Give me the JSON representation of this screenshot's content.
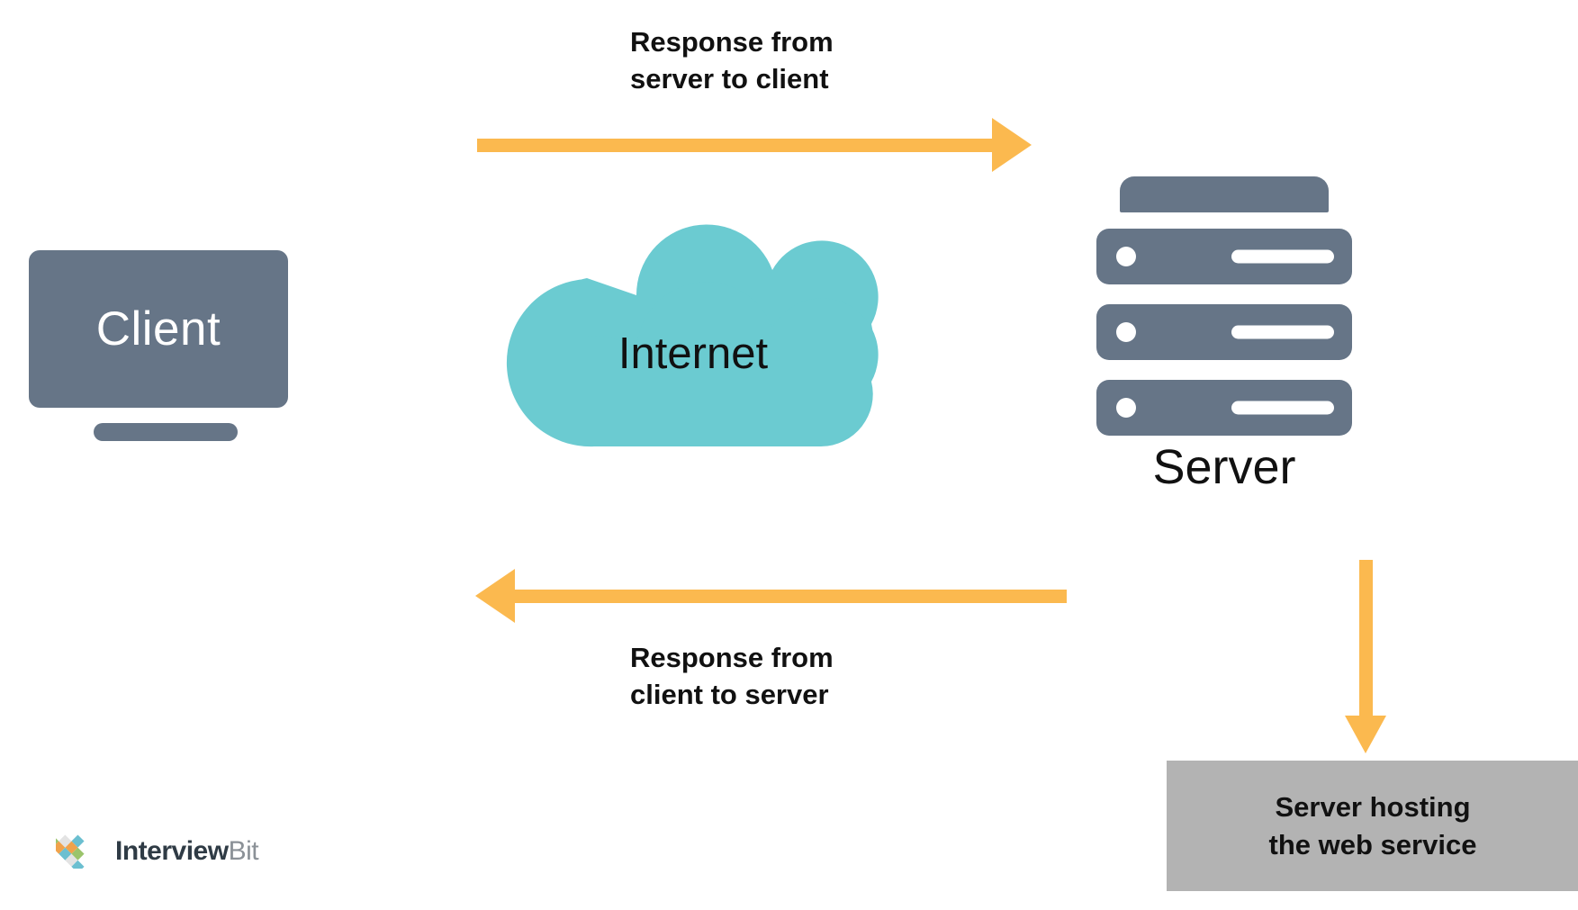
{
  "diagram": {
    "title": "Client Server Web Service Diagram",
    "background": "#ffffff"
  },
  "colors": {
    "slate": "#667587",
    "teal": "#6BCBD1",
    "amber": "#FBB94F",
    "gray_box": "#B3B3B3",
    "text": "#111111",
    "white": "#FFFFFF"
  },
  "nodes": {
    "client": {
      "label": "Client",
      "icon": "monitor-icon",
      "color": "#667587"
    },
    "internet": {
      "label": "Internet",
      "icon": "cloud-icon",
      "color": "#6BCBD1"
    },
    "server": {
      "label": "Server",
      "icon": "server-rack-icon",
      "color": "#667587",
      "bays": 3
    },
    "hosting": {
      "label": "Server hosting\nthe web service",
      "color": "#B3B3B3"
    }
  },
  "arrows": {
    "top": {
      "caption": "Response from\nserver to client",
      "direction": "right",
      "color": "#FBB94F"
    },
    "bottom": {
      "caption": "Response from\nclient to server",
      "direction": "left",
      "color": "#FBB94F"
    },
    "server_to_hosting": {
      "caption": "",
      "direction": "down",
      "color": "#FBB94F"
    }
  },
  "branding": {
    "logo_part_a": "Interview",
    "logo_part_b": "Bit",
    "logo_mark_icon": "interviewbit-diamond-logo"
  }
}
